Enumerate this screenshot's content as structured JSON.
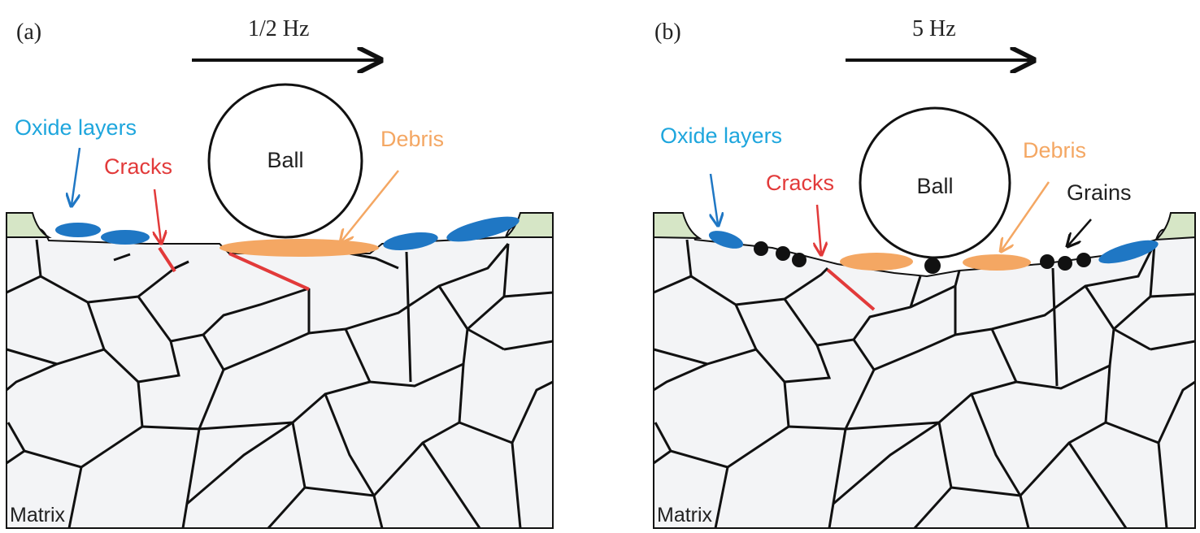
{
  "colors": {
    "oxide": "#1f77c4",
    "oxide_text": "#1ea6dd",
    "crack": "#e23a3a",
    "debris": "#f4a763",
    "surface_green": "#d6e6c6",
    "matrix_bg": "#f3f4f6",
    "grain_line": "#111111",
    "black": "#111111"
  },
  "panels": [
    {
      "panel_label": "(a)",
      "frequency": "1/2 Hz",
      "ball_label": "Ball",
      "oxide_label": "Oxide layers",
      "cracks_label": "Cracks",
      "debris_label": "Debris",
      "matrix_label": "Matrix"
    },
    {
      "panel_label": "(b)",
      "frequency": "5 Hz",
      "ball_label": "Ball",
      "oxide_label": "Oxide layers",
      "cracks_label": "Cracks",
      "debris_label": "Debris",
      "grains_label": "Grains",
      "matrix_label": "Matrix"
    }
  ]
}
